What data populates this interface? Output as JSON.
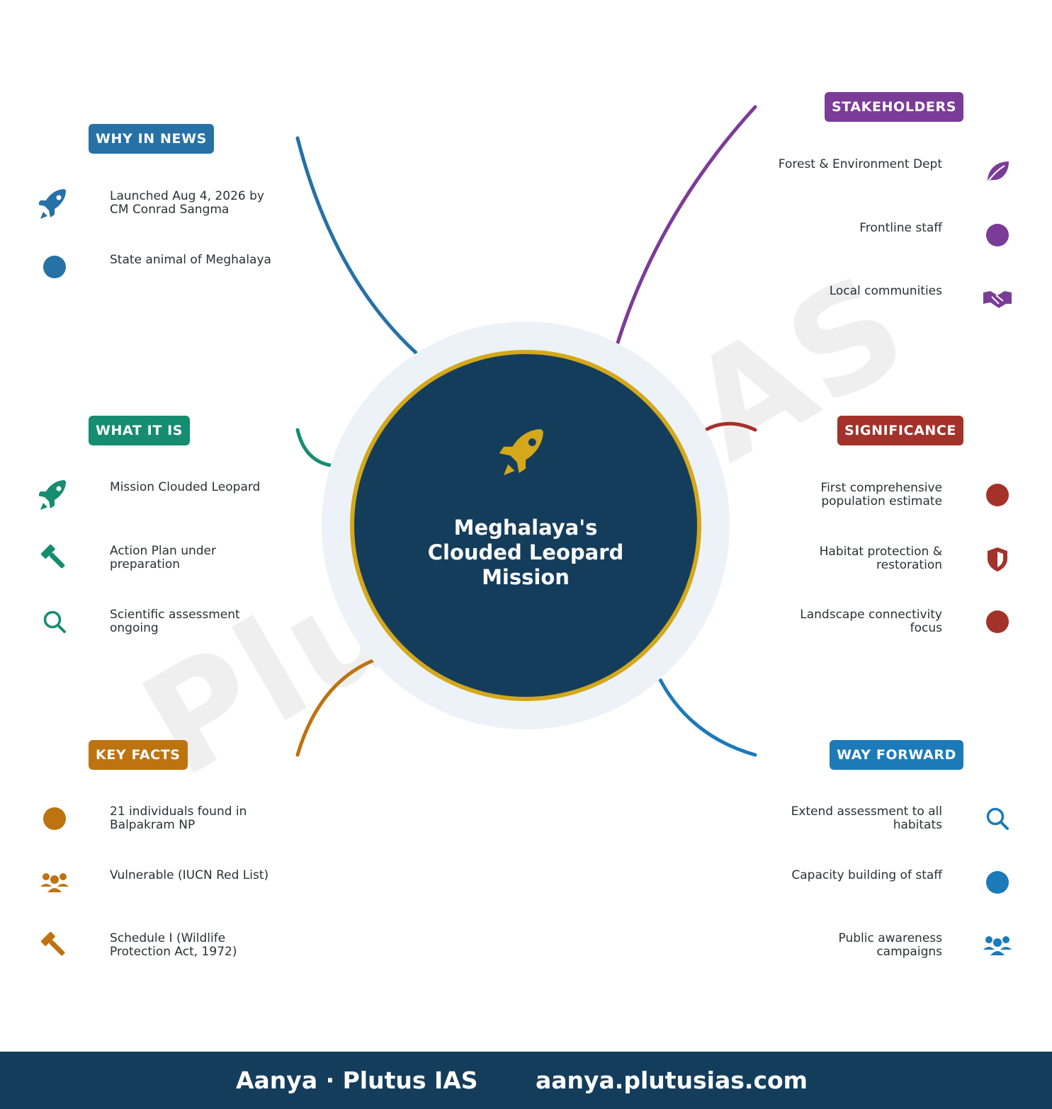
{
  "watermark": "Plutus IAS",
  "center": {
    "title_lines": [
      "Meghalaya's",
      "Clouded Leopard",
      "Mission"
    ],
    "icon": "rocket-icon"
  },
  "colors": {
    "navy": "#143d5c",
    "gold": "#d4a81a",
    "halo": "#edf2f8",
    "why": "#2671a6",
    "what": "#168c70",
    "key": "#bd7310",
    "stakeholders": "#7b3c97",
    "significance": "#a3322b",
    "way": "#1c7ab8"
  },
  "sections": [
    {
      "id": "why",
      "title": "WHY IN NEWS",
      "color": "#2671a6",
      "side": "left",
      "items": [
        {
          "icon": "rocket-icon",
          "text": "Launched Aug 4, 2026 by CM Conrad Sangma"
        },
        {
          "icon": "circle-icon",
          "text": "State animal of Meghalaya"
        }
      ]
    },
    {
      "id": "what",
      "title": "WHAT IT IS",
      "color": "#168c70",
      "side": "left",
      "items": [
        {
          "icon": "rocket-icon",
          "text": "Mission Clouded Leopard"
        },
        {
          "icon": "gavel-icon",
          "text": "Action Plan under preparation"
        },
        {
          "icon": "search-icon",
          "text": "Scientific assessment ongoing"
        }
      ]
    },
    {
      "id": "key",
      "title": "KEY FACTS",
      "color": "#bd7310",
      "side": "left",
      "items": [
        {
          "icon": "circle-icon",
          "text": "21 individuals found in Balpakram NP"
        },
        {
          "icon": "people-icon",
          "text": "Vulnerable (IUCN Red List)"
        },
        {
          "icon": "gavel-icon",
          "text": "Schedule I (Wildlife Protection Act, 1972)"
        }
      ]
    },
    {
      "id": "stakeholders",
      "title": "STAKEHOLDERS",
      "color": "#7b3c97",
      "side": "right",
      "items": [
        {
          "icon": "leaf-icon",
          "text": "Forest & Environment Dept"
        },
        {
          "icon": "circle-icon",
          "text": "Frontline staff"
        },
        {
          "icon": "handshake-icon",
          "text": "Local communities"
        }
      ]
    },
    {
      "id": "significance",
      "title": "SIGNIFICANCE",
      "color": "#a3322b",
      "side": "right",
      "items": [
        {
          "icon": "circle-icon",
          "text": "First comprehensive population estimate"
        },
        {
          "icon": "shield-icon",
          "text": "Habitat protection & restoration"
        },
        {
          "icon": "circle-icon",
          "text": "Landscape connectivity focus"
        }
      ]
    },
    {
      "id": "way",
      "title": "WAY FORWARD",
      "color": "#1c7ab8",
      "side": "right",
      "items": [
        {
          "icon": "search-icon",
          "text": "Extend assessment to all habitats"
        },
        {
          "icon": "circle-icon",
          "text": "Capacity building of staff"
        },
        {
          "icon": "people-icon",
          "text": "Public awareness campaigns"
        }
      ]
    }
  ],
  "footer": {
    "brand": "Aanya · Plutus IAS",
    "url": "aanya.plutusias.com"
  }
}
